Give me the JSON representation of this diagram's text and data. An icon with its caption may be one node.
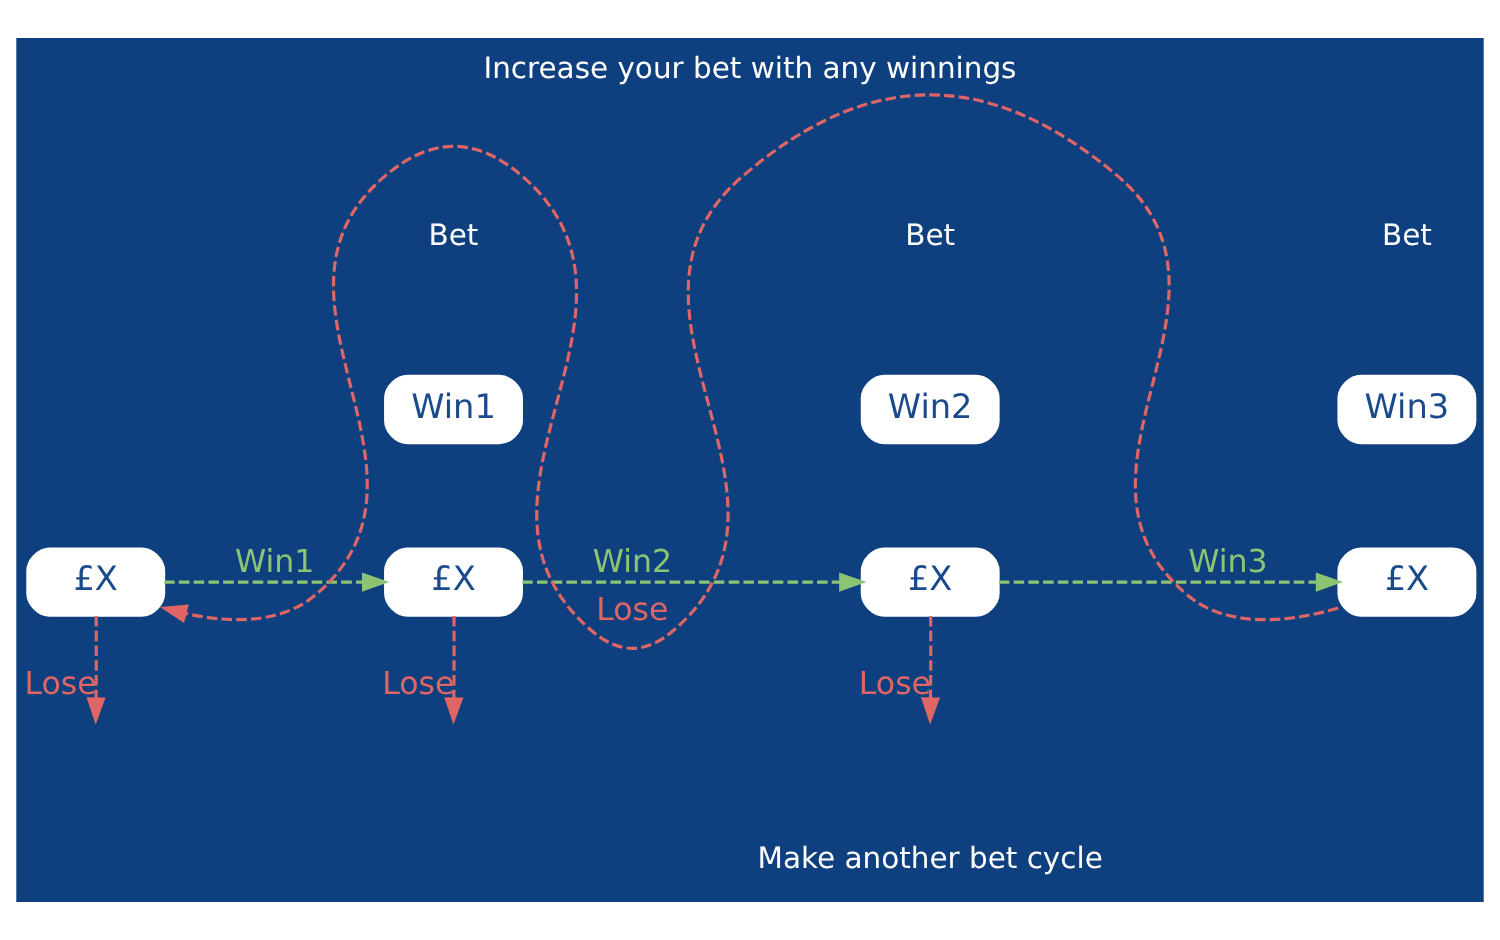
{
  "diagram": {
    "title": "Increase your bet with any winnings",
    "nodes": [
      {
        "text": [
          "£X"
        ]
      },
      {
        "text": [
          "Win1"
        ]
      },
      {
        "text": [
          "£X"
        ]
      },
      {
        "text": [
          "Win2"
        ]
      },
      {
        "text": [
          "£X"
        ]
      },
      {
        "text": [
          "Win3"
        ]
      },
      {
        "text": [
          "£X"
        ]
      }
    ],
    "edges": [
      {
        "from": 0,
        "to": 2,
        "arrow": "to",
        "label": "Win1",
        "style": "dashed",
        "color": "#8cc474"
      },
      {
        "from": 2,
        "to": 4,
        "arrow": "to",
        "label": "Win2",
        "style": "dashed",
        "color": "#8cc474"
      },
      {
        "from": 4,
        "to": 6,
        "arrow": "to",
        "label": "Win3",
        "style": "dashed",
        "color": "#8cc474"
      },
      {
        "from": 0,
        "to": null,
        "arrow": "to",
        "label": "Lose",
        "style": "dashed"
      },
      {
        "from": 2,
        "to": null,
        "arrow": "to",
        "label": "Lose",
        "style": "dashed"
      },
      {
        "from": 4,
        "to": null,
        "arrow": "to",
        "label": "Lose",
        "style": "dashed"
      },
      {
        "from": 6,
        "to": 0,
        "arrow": "to",
        "label": "Lose",
        "style": "dashed"
      }
    ],
    "labels": [
      "Bet",
      "Bet",
      "Bet",
      "Make another bet cycle"
    ]
  }
}
